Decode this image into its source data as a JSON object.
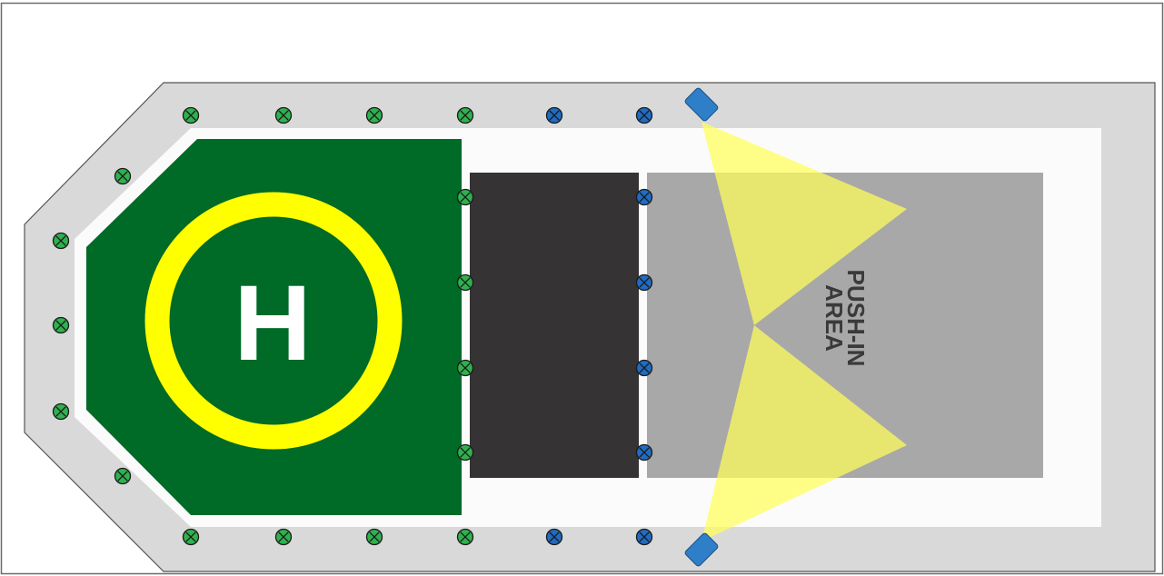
{
  "diagram": {
    "helipad_marking": "H",
    "push_in_area_label_line1": "PUSH-IN",
    "push_in_area_label_line2": "AREA"
  },
  "colors": {
    "deck_border": "#d9d9d9",
    "deck_inner": "#fbfbfb",
    "helipad_green": "#006a27",
    "touchdown_ring": "#ffff00",
    "elevator_dark": "#353334",
    "push_in_area": "#a8a8a8",
    "floodlight_beam": "#ffff5a",
    "floodlight_fixture": "#2f7fc8",
    "perimeter_light_green": "#2fb14f",
    "perimeter_light_blue": "#1f6cc2"
  },
  "legend_icons": {
    "green_light": "green-perimeter-light-icon",
    "blue_light": "blue-perimeter-light-icon",
    "floodlight": "floodlight-icon"
  }
}
